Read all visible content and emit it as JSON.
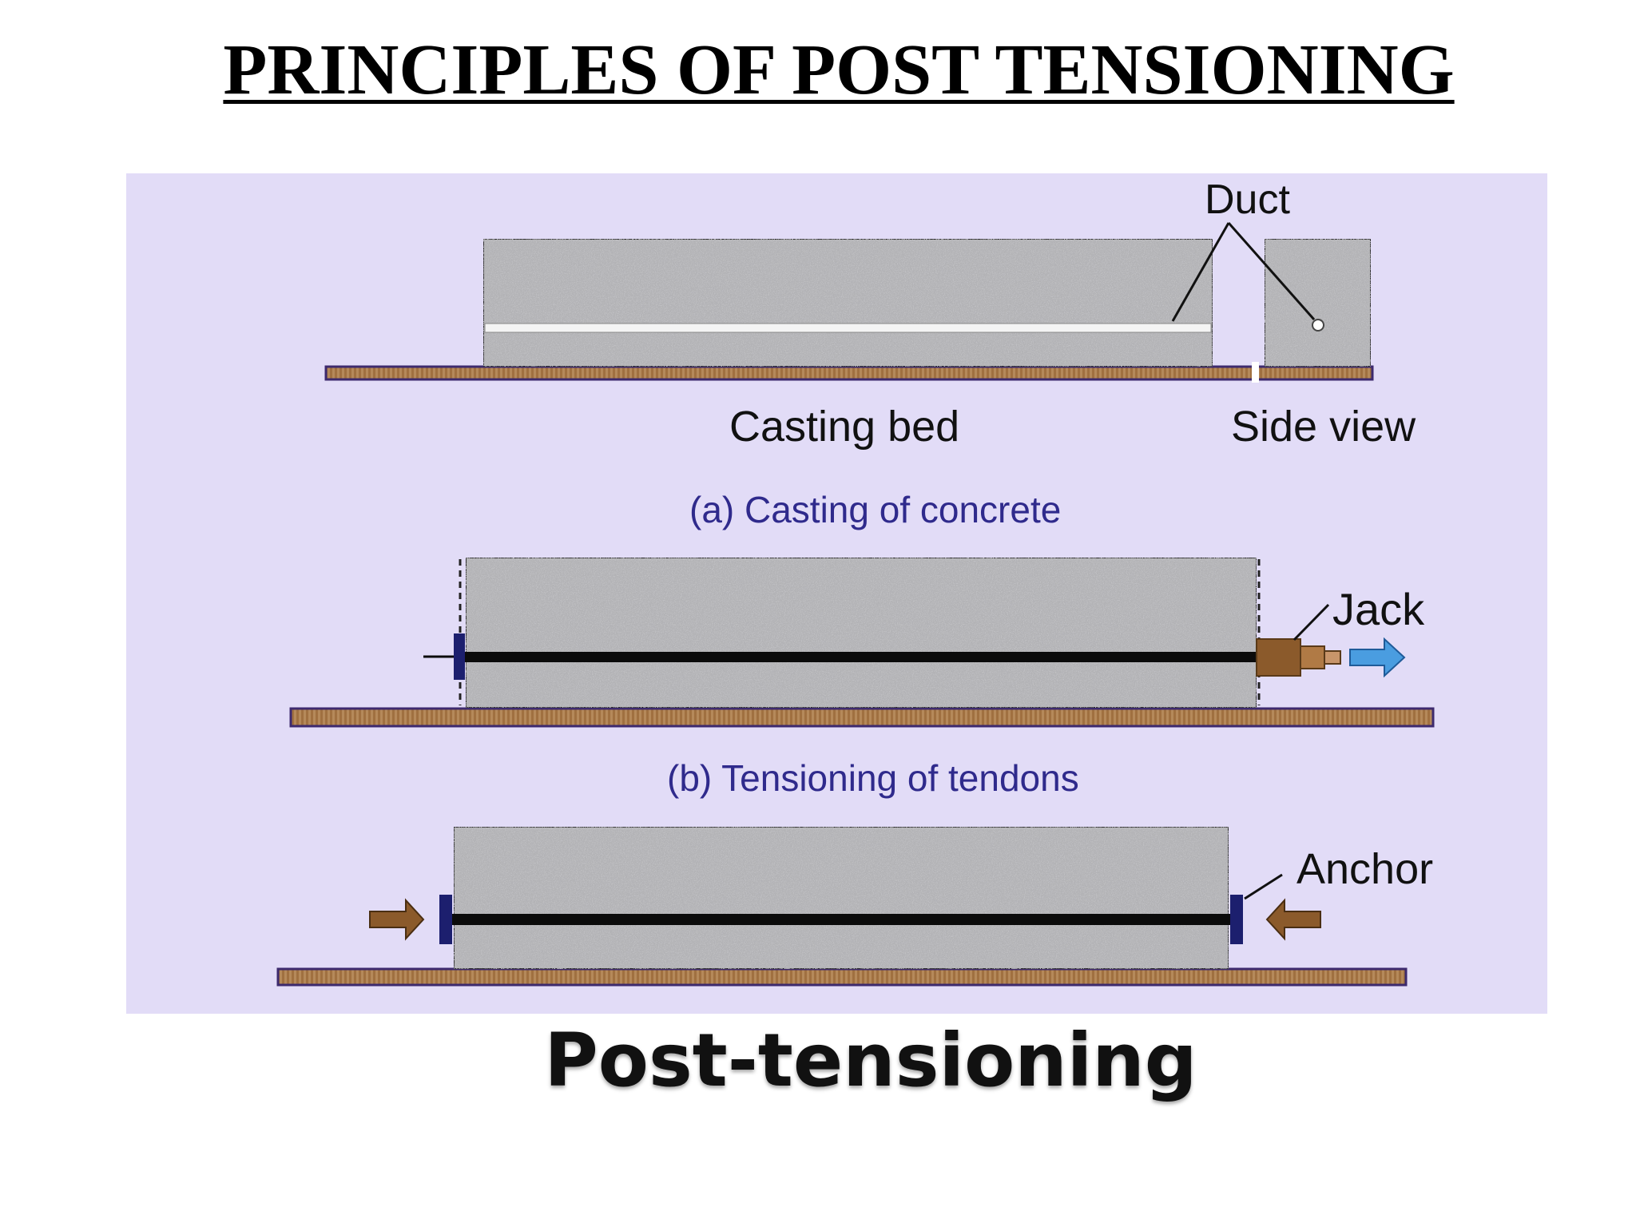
{
  "title": "PRINCIPLES OF POST TENSIONING",
  "diagram": {
    "colors": {
      "background": "#e2dcf7",
      "concrete": "#b3b3b6",
      "bed": "#a07040",
      "bed_border": "#3d2a6e",
      "tendon": "#0b0b0b",
      "anchor": "#1c1f6e",
      "jack": "#8b5a2b",
      "arrow_blue": "#4a9de0",
      "arrow_brown": "#8b5a2b",
      "stage_label": "#2f2a8c"
    },
    "labels": {
      "duct": "Duct",
      "casting_bed": "Casting bed",
      "side_view": "Side view",
      "stage_a": "(a) Casting of concrete",
      "jack": "Jack",
      "stage_b": "(b) Tensioning of tendons",
      "anchor": "Anchor"
    }
  },
  "caption": "Post-tensioning"
}
